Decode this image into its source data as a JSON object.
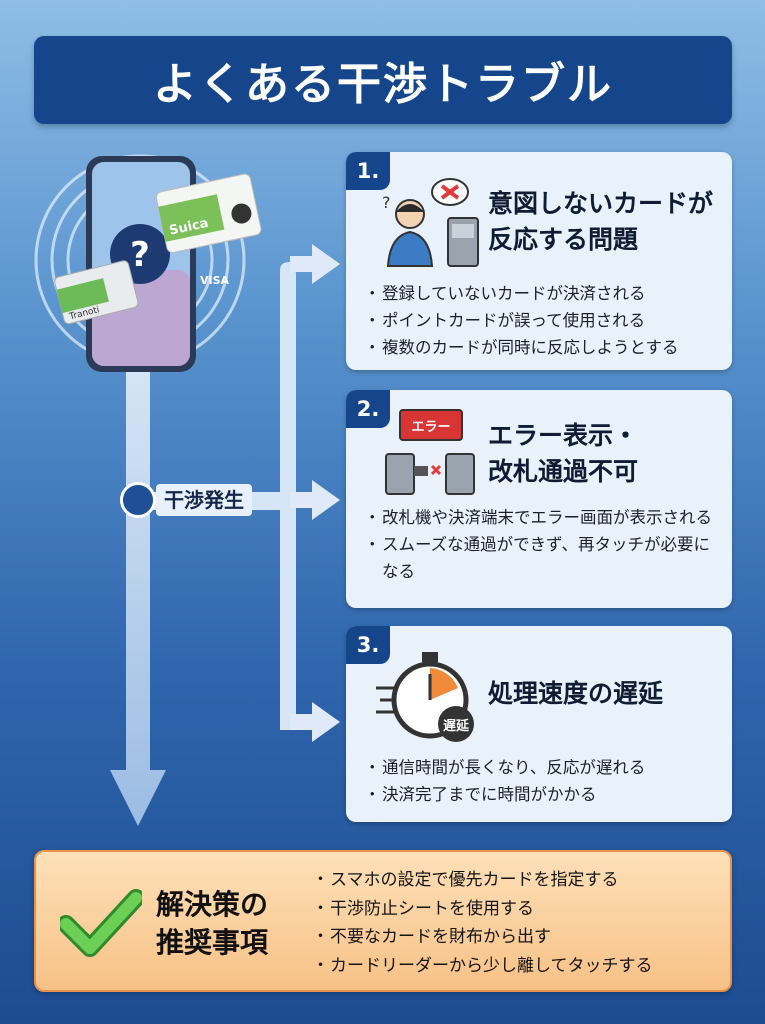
{
  "title": "よくある干渉トラブル",
  "hub_label": "干渉発生",
  "phone": {
    "question_mark": "?",
    "card1_brand": "Suica",
    "card2_brand": "Tranoti",
    "card3_brand": "VISA"
  },
  "cards": [
    {
      "number": "1.",
      "title_lines": [
        "意図しないカードが",
        "反応する問題"
      ],
      "bullets": [
        "登録していないカードが決済される",
        "ポイントカードが誤って使用される",
        "複数のカードが同時に反応しようとする"
      ]
    },
    {
      "number": "2.",
      "icon_label": "エラー",
      "title_lines": [
        "エラー表示・",
        "改札通過不可"
      ],
      "bullets": [
        "改札機や決済端末でエラー画面が表示される",
        "スムーズな通過ができず、再タッチが必要になる"
      ]
    },
    {
      "number": "3.",
      "icon_label": "遅延",
      "title_lines": [
        "処理速度の遅延"
      ],
      "bullets": [
        "通信時間が長くなり、反応が遅れる",
        "決済完了までに時間がかかる"
      ]
    }
  ],
  "solution": {
    "title_lines": [
      "解決策の",
      "推奨事項"
    ],
    "items": [
      "スマホの設定で優先カードを指定する",
      "干渉防止シートを使用する",
      "不要なカードを財布から出す",
      "カードリーダーから少し離してタッチする"
    ]
  },
  "colors": {
    "title_bg": "#15468c",
    "card_bg": "#e9f2fb",
    "solution_bg": "#f7c186",
    "check_green": "#5cc34a"
  }
}
